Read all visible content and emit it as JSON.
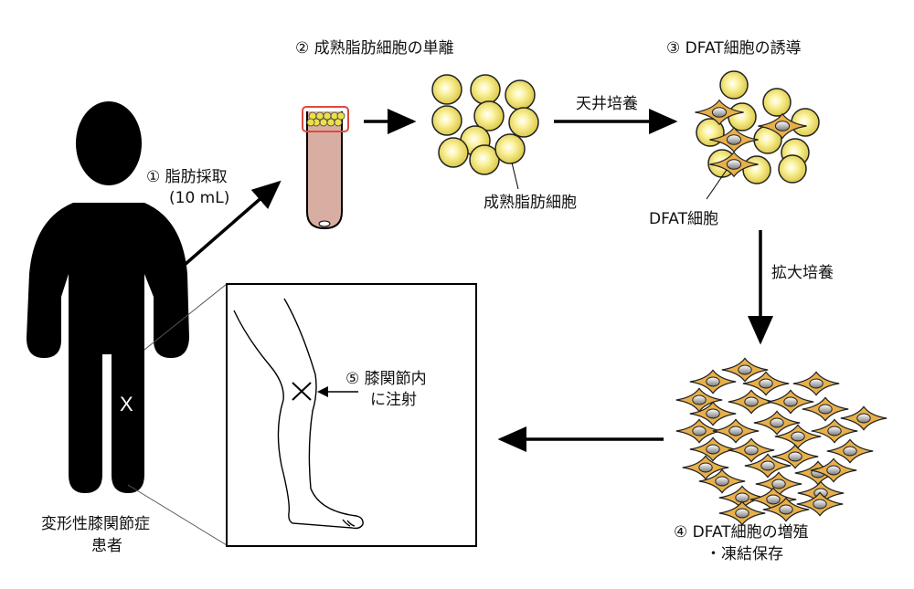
{
  "steps": {
    "step1": {
      "title": "① 脂肪採取",
      "subtitle": "(10 mL)"
    },
    "step2": {
      "title": "② 成熟脂肪細胞の単離"
    },
    "step3": {
      "title": "③ DFAT細胞の誘導"
    },
    "step4": {
      "title": "④ DFAT細胞の増殖",
      "subtitle": "・凍結保存"
    },
    "step5": {
      "title": "⑤ 膝関節内",
      "subtitle": "に注射"
    }
  },
  "labels": {
    "mature_adipocyte": "成熟脂肪細胞",
    "dfat_cell": "DFAT細胞",
    "ceiling_culture": "天井培養",
    "expansion_culture": "拡大培養",
    "patient_line1": "変形性膝関節症",
    "patient_line2": "患者",
    "knee_mark": "X"
  },
  "colors": {
    "adipocyte_fill": "#f3e46a",
    "adipocyte_highlight": "#fffbe0",
    "dfat_fill": "#e8b04a",
    "nucleus": "#9a9a9a",
    "tube_fill": "#d9aea2",
    "highlight_box": "#e0483c",
    "silhouette": "#000000"
  }
}
